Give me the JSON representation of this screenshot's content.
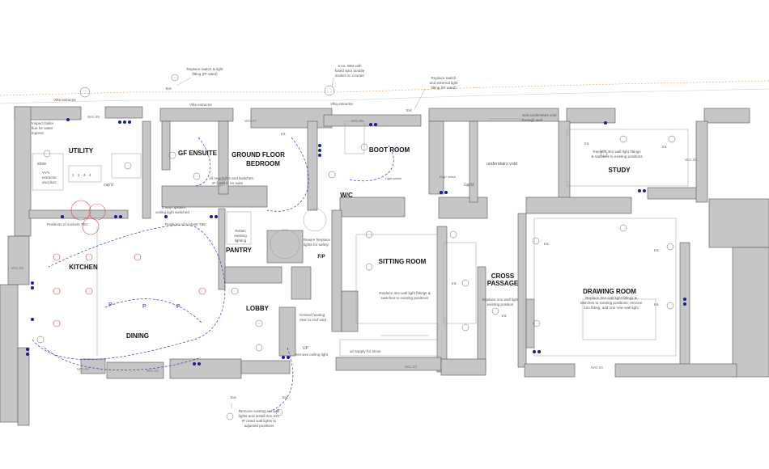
{
  "rooms": {
    "utility": "UTILITY",
    "gf_ensuite": "GF ENSUITE",
    "ground_floor_bedroom_1": "GROUND FLOOR",
    "ground_floor_bedroom_2": "BEDROOM",
    "boot_room": "BOOT ROOM",
    "wc": "W/C",
    "study": "STUDY",
    "kitchen": "KITCHEN",
    "dining": "DINING",
    "pantry": "PANTRY",
    "lobby": "LOBBY",
    "sitting_room": "SITTING ROOM",
    "cross_passage_1": "CROSS",
    "cross_passage_2": "PASSAGE",
    "drawing_room": "DRAWING ROOM",
    "fp": "F/P"
  },
  "labels": {
    "store": "store",
    "cupd_1": "cup'd",
    "cupd_2": "cup'd",
    "understairs_void": "understairs void",
    "vent_1": "vent understairs void",
    "vent_2": "through wall",
    "up": "UP",
    "air_supply": "air supply for stove"
  },
  "windows": {
    "wg08": "WG.08",
    "wg07": "WG.07",
    "wg06": "WG.06",
    "wg05": "WG.05",
    "wg09": "WG.09",
    "wg01": "WG.01",
    "wg02": "WG.02",
    "wg03": "WG.03",
    "wg04": "WG.04"
  },
  "notes": {
    "n_switch_1": "Replace switch & light",
    "n_switch_2": "fitting (IP rated)",
    "n_wm_1": "2 no. WM with",
    "n_wm_2": "fused spur double",
    "n_wm_3": "socket on counter",
    "n_ext_1": "Replace switch",
    "n_ext_2": "and external light",
    "n_ext_3": "fitting (IP rated)",
    "n_extr_1": "Vltla extractor",
    "n_extr_2": "Vltla extractor",
    "n_extr_3": "Vltla extractor",
    "n_boiler_1": "Inspect boiler",
    "n_boiler_2": "flue for water",
    "n_boiler_3": "ingress",
    "n_vv_1": "VV's",
    "n_vv_2": "extractor",
    "n_vv_3": "and duct",
    "n_ensuite_1": "All new lights and switches;",
    "n_ensuite_2": "IP rated in en suite",
    "n_2way_1": "2 way upstairs",
    "n_2way_2": "ceiling light switched",
    "n_sockets_1": "Positions of sockets TBC",
    "n_sockets_2": "Positions of sockets TBC",
    "n_pantry_1": "Retain",
    "n_pantry_2": "existing",
    "n_pantry_3": "lighting",
    "n_fire_1": "Rewire fireplace",
    "n_fire_2": "lights for safety",
    "n_sit_1": "Replace 4no wall light fittings &",
    "n_sit_2": "switches to existing positions",
    "n_passage_1": "Replace 1no wall light",
    "n_passage_2": "existing position",
    "n_study_1": "Replace 3no wall light fittings",
    "n_study_2": "& switches to existing positions",
    "n_draw_1": "Replace 3no wall light fittings &",
    "n_draw_2": "switches to existing positions; remove",
    "n_draw_3": "1no fitting; add 1no new wall light",
    "n_heat_1": "Central heating",
    "n_heat_2": "riser to roof void",
    "n_remove_ceiling": "Remove ceiling light",
    "n_bottom_1": "Remove existing ext wall",
    "n_bottom_2": "lights and install 2no ext.",
    "n_bottom_3": "IP rated wall lights to",
    "n_bottom_4": "adjusted positions",
    "n_dog": "Dog+ winch",
    "n_light_sw": "Light switch"
  },
  "symbols": {
    "ext": "Ext",
    "int": "Int.",
    "p": "P",
    "num_1": "1",
    "num_2": "2",
    "num_3": "3",
    "num_4": "4"
  }
}
